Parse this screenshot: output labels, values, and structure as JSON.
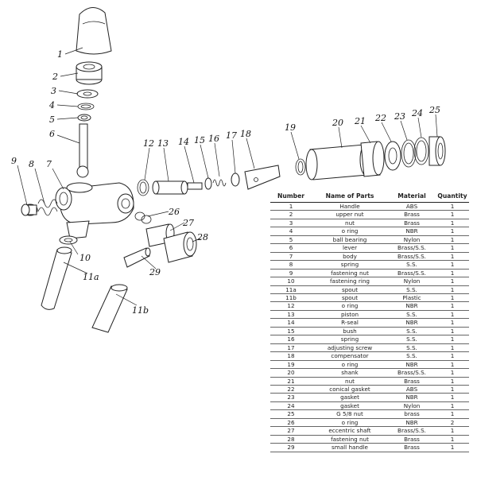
{
  "diagram": {
    "callouts": [
      "1",
      "2",
      "3",
      "4",
      "5",
      "6",
      "7",
      "8",
      "9",
      "10",
      "11a",
      "11b",
      "12",
      "13",
      "14",
      "15",
      "16",
      "17",
      "18",
      "19",
      "20",
      "21",
      "22",
      "23",
      "24",
      "25",
      "26",
      "27",
      "28",
      "29"
    ]
  },
  "table": {
    "headers": [
      "Number",
      "Name of Parts",
      "Material",
      "Quantity"
    ],
    "rows": [
      [
        "1",
        "Handle",
        "ABS",
        "1"
      ],
      [
        "2",
        "upper nut",
        "Brass",
        "1"
      ],
      [
        "3",
        "nut",
        "Brass",
        "1"
      ],
      [
        "4",
        "o ring",
        "NBR",
        "1"
      ],
      [
        "5",
        "ball bearing",
        "Nylon",
        "1"
      ],
      [
        "6",
        "lever",
        "Brass/S.S.",
        "1"
      ],
      [
        "7",
        "body",
        "Brass/S.S.",
        "1"
      ],
      [
        "8",
        "spring",
        "S.S.",
        "1"
      ],
      [
        "9",
        "fastening nut",
        "Brass/S.S.",
        "1"
      ],
      [
        "10",
        "fastening ring",
        "Nylon",
        "1"
      ],
      [
        "11a",
        "spout",
        "S.S.",
        "1"
      ],
      [
        "11b",
        "spout",
        "Plastic",
        "1"
      ],
      [
        "12",
        "o ring",
        "NBR",
        "1"
      ],
      [
        "13",
        "piston",
        "S.S.",
        "1"
      ],
      [
        "14",
        "R-seal",
        "NBR",
        "1"
      ],
      [
        "15",
        "bush",
        "S.S.",
        "1"
      ],
      [
        "16",
        "spring",
        "S.S.",
        "1"
      ],
      [
        "17",
        "adjusting screw",
        "S.S.",
        "1"
      ],
      [
        "18",
        "compensator",
        "S.S.",
        "1"
      ],
      [
        "19",
        "o ring",
        "NBR",
        "1"
      ],
      [
        "20",
        "shank",
        "Brass/S.S.",
        "1"
      ],
      [
        "21",
        "nut",
        "Brass",
        "1"
      ],
      [
        "22",
        "conical gasket",
        "ABS",
        "1"
      ],
      [
        "23",
        "gasket",
        "NBR",
        "1"
      ],
      [
        "24",
        "gasket",
        "Nylon",
        "1"
      ],
      [
        "25",
        "G 5/8 nut",
        "brass",
        "1"
      ],
      [
        "26",
        "o ring",
        "NBR",
        "2"
      ],
      [
        "27",
        "eccentric shaft",
        "Brass/S.S.",
        "1"
      ],
      [
        "28",
        "fastening nut",
        "Brass",
        "1"
      ],
      [
        "29",
        "small handle",
        "Brass",
        "1"
      ]
    ]
  }
}
